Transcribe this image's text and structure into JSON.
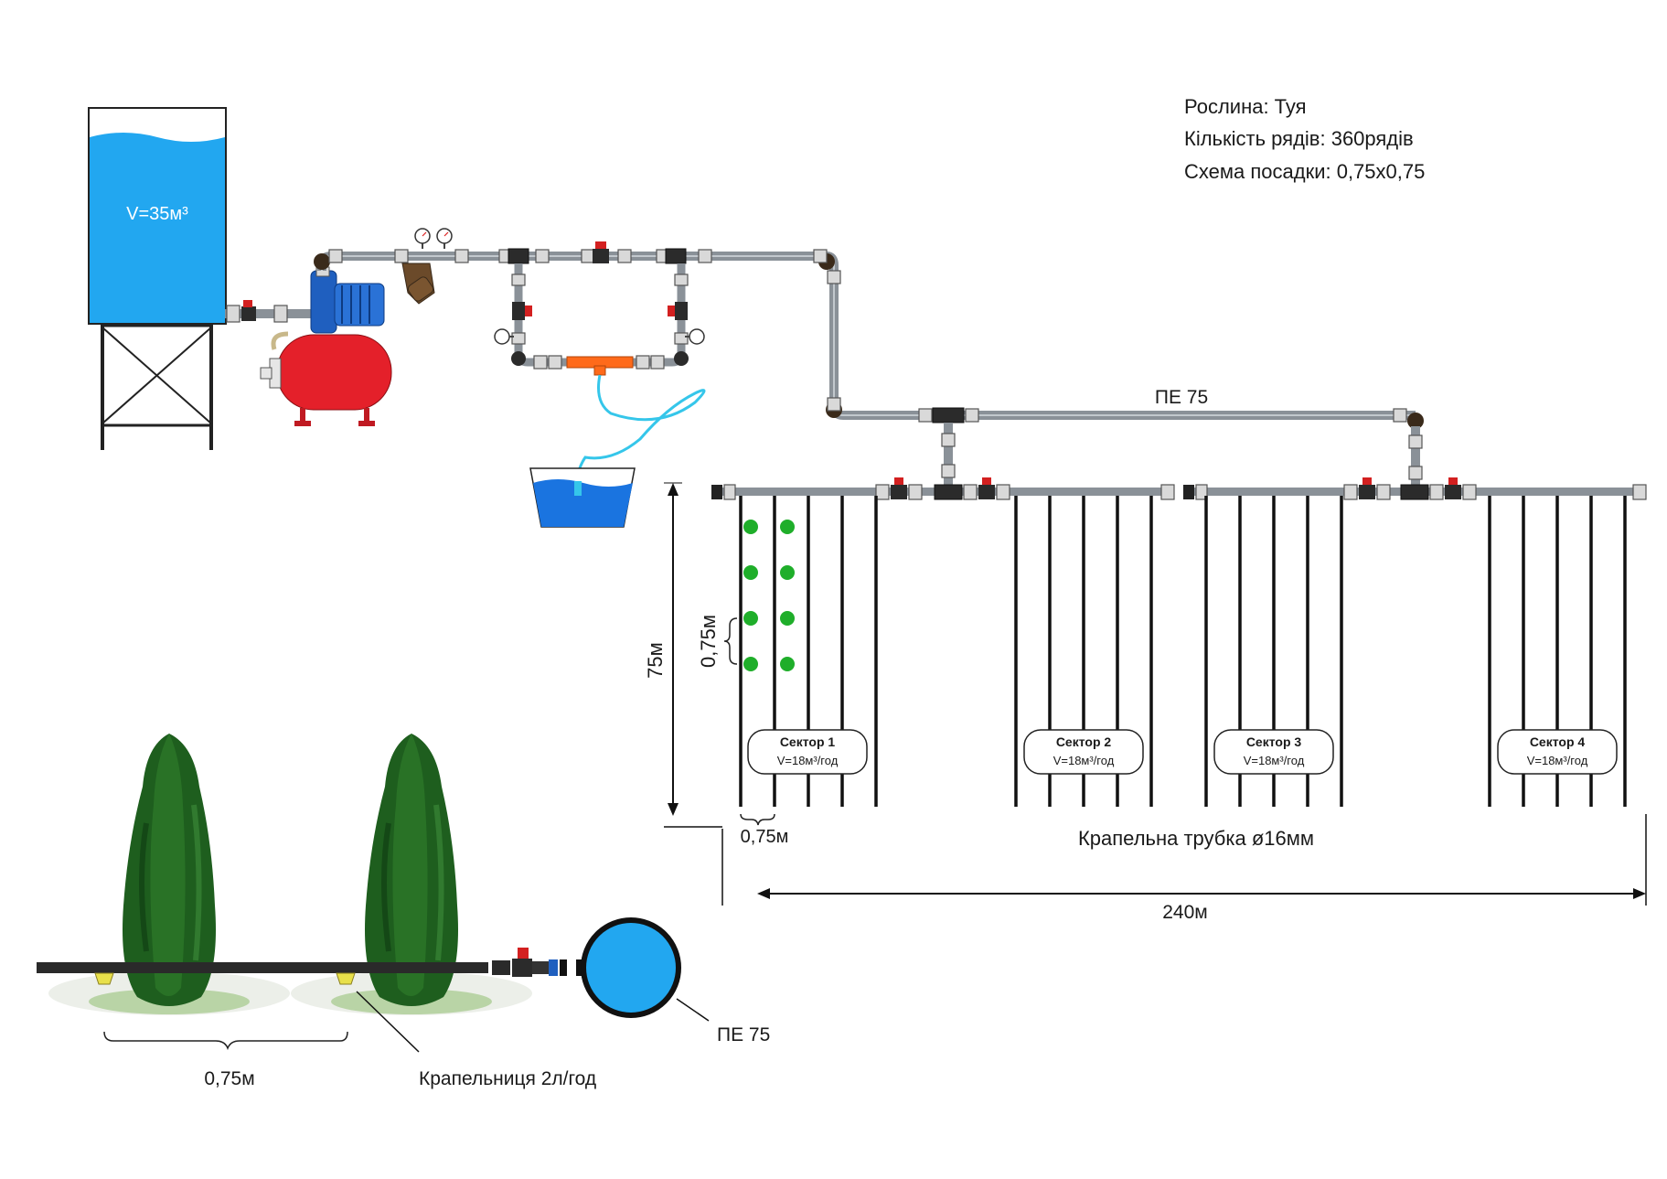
{
  "info": {
    "plant": "Рослина: Туя",
    "rows": "Кількість рядів: 360рядів",
    "scheme": "Схема посадки: 0,75х0,75"
  },
  "tank": {
    "volume_label": "V=35м³"
  },
  "main_pipe": {
    "label": "ПЕ 75"
  },
  "sectors": [
    {
      "name": "Сектор 1",
      "flow": "V=18м³/год"
    },
    {
      "name": "Сектор 2",
      "flow": "V=18м³/год"
    },
    {
      "name": "Сектор 3",
      "flow": "V=18м³/год"
    },
    {
      "name": "Сектор 4",
      "flow": "V=18м³/год"
    }
  ],
  "dimensions": {
    "row_length": "75м",
    "plant_spacing": "0,75м",
    "row_spacing": "0,75м",
    "field_width": "240м"
  },
  "drip_tube_label": "Крапельна трубка ø16мм",
  "detail": {
    "spacing": "0,75м",
    "dripper_label": "Крапельниця 2л/год",
    "pipe_label": "ПЕ 75"
  },
  "colors": {
    "water": "#22a7f0",
    "pump_blue": "#1f5fbf",
    "accumulator_red": "#e4202a",
    "tree_green": "#1e5e1e",
    "plant_dot": "#1fae2a",
    "pipe_grey": "#8a9198"
  }
}
